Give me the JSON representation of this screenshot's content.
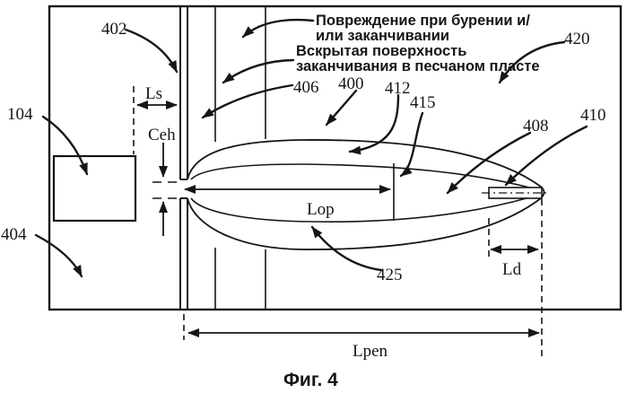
{
  "figure": {
    "caption": "Фиг. 4",
    "colors": {
      "ink": "#161616",
      "paper": "#ffffff"
    },
    "annotations": {
      "drilling_damage": {
        "line1": "Повреждение при бурении и/",
        "line2": "или заканчивании"
      },
      "exposed_surface": {
        "line1": "Вскрытая поверхность",
        "line2": "заканчивания в песчаном пласте"
      }
    },
    "refs": {
      "n402": "402",
      "n104": "104",
      "n404": "404",
      "n420": "420",
      "n406": "406",
      "n400": "400",
      "n412": "412",
      "n415": "415",
      "n408": "408",
      "n410": "410",
      "n425": "425"
    },
    "dims": {
      "ls": "Ls",
      "ceh": "Ceh",
      "lop": "Lop",
      "ld": "Ld",
      "lpen": "Lpen"
    }
  }
}
